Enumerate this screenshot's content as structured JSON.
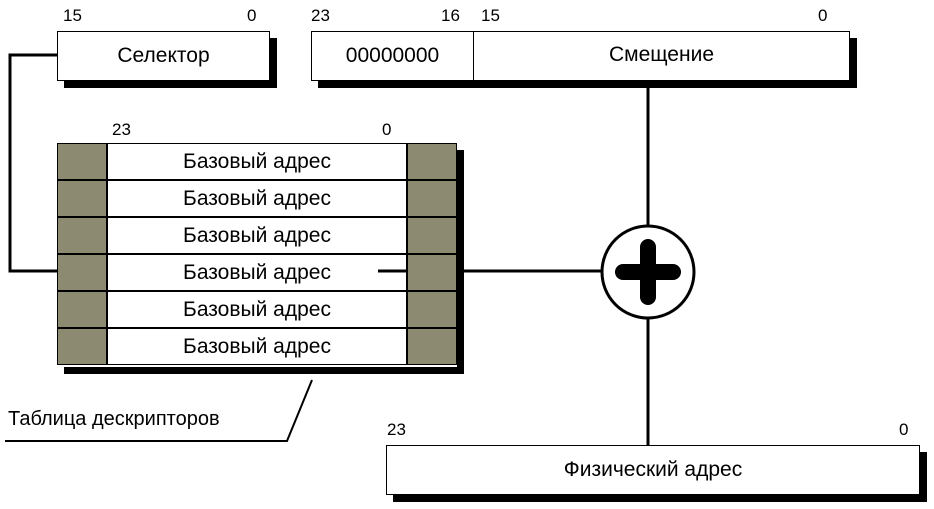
{
  "selector": {
    "label": "Селектор",
    "bit_high": "15",
    "bit_low": "0"
  },
  "logical_address": {
    "high_part": "00000000",
    "offset_label": "Смещение",
    "bit_23": "23",
    "bit_16": "16",
    "bit_15": "15",
    "bit_0": "0"
  },
  "descriptor_table": {
    "bit_high": "23",
    "bit_low": "0",
    "rows": [
      "Базовый адрес",
      "Базовый адрес",
      "Базовый адрес",
      "Базовый адрес",
      "Базовый адрес",
      "Базовый адрес"
    ],
    "caption": "Таблица дескрипторов"
  },
  "physical_address": {
    "label": "Физический адрес",
    "bit_high": "23",
    "bit_low": "0"
  },
  "adder_symbol": "plus-icon",
  "colors": {
    "descriptor_side": "#8c8a70",
    "line": "#000000",
    "box_fill": "#ffffff"
  }
}
